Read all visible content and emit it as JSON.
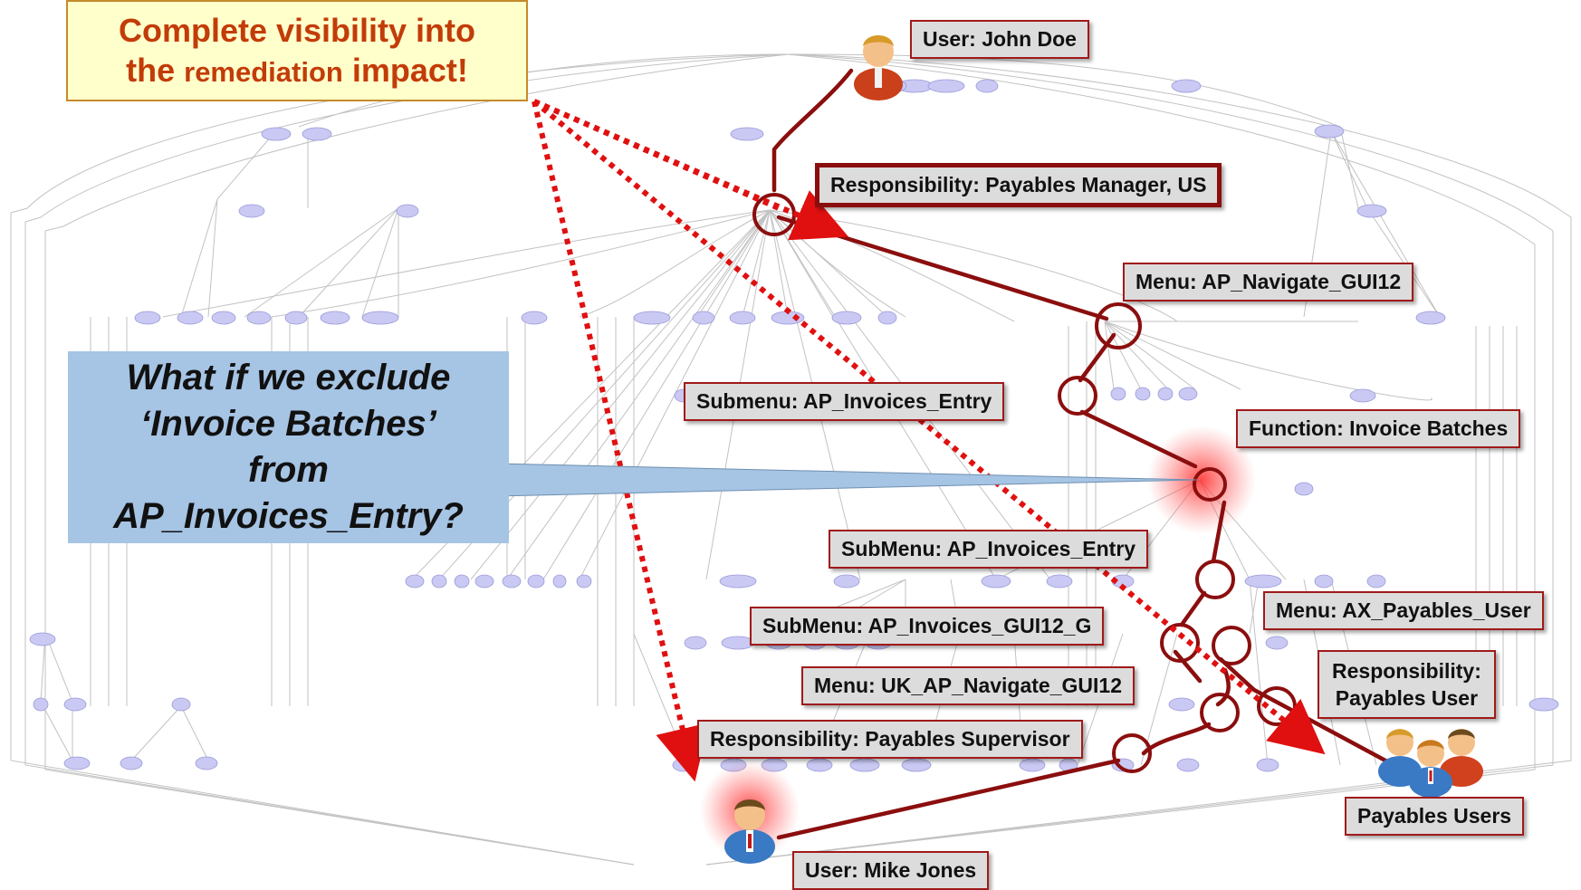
{
  "callout": {
    "line1": "Complete visibility into",
    "line2_the": "the",
    "line2_mid": "remediation",
    "line2_end": "impact!"
  },
  "question": {
    "line1": "What if we exclude",
    "line2": "‘Invoice Batches’",
    "line3": "from",
    "line4": "AP_Invoices_Entry?"
  },
  "labels": {
    "user_john": "User: John Doe",
    "resp_manager": "Responsibility: Payables Manager, US",
    "menu_nav": "Menu: AP_Navigate_GUI12",
    "submenu_entry": "Submenu: AP_Invoices_Entry",
    "function_batches": "Function: Invoice Batches",
    "submenu_entry2": "SubMenu: AP_Invoices_Entry",
    "submenu_gui12": "SubMenu: AP_Invoices_GUI12_G",
    "menu_payables_user": "Menu: AX_Payables_User",
    "resp_user_line1": "Responsibility:",
    "resp_user_line2": "Payables User",
    "menu_uk": "Menu: UK_AP_Navigate_GUI12",
    "resp_supervisor": "Responsibility: Payables Supervisor",
    "payables_users": "Payables Users",
    "user_mike": "User: Mike Jones"
  },
  "colors": {
    "path": "#8b0e0e",
    "dotted": "#e01010",
    "graph_node": "#c9c9f4",
    "graph_edge": "#b8b8b8",
    "label_bg": "#dcdcdc",
    "callout_bg": "#ffffcc",
    "callout_text": "#c23c08",
    "question_bg": "#a6c4e4"
  },
  "icons": {
    "user_john": "person-icon",
    "user_mike": "person-icon",
    "payables_users": "people-group-icon"
  }
}
